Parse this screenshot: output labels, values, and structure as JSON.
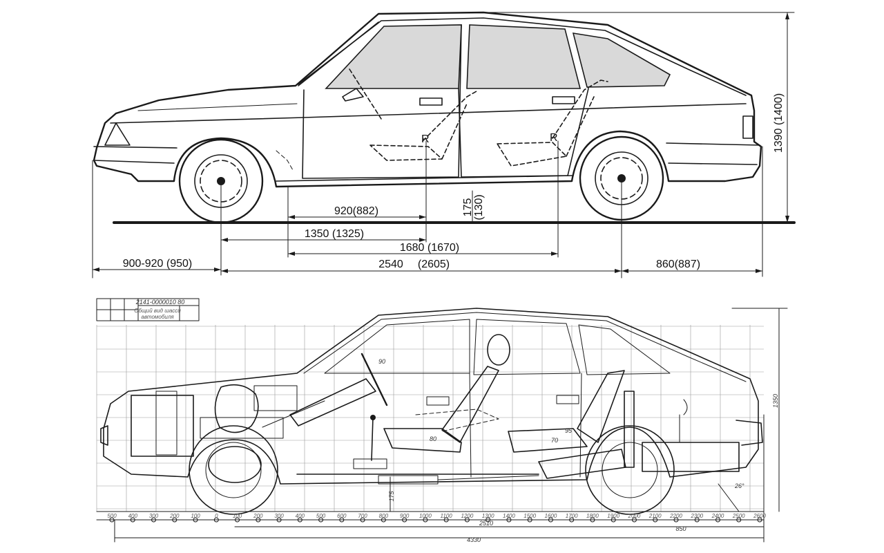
{
  "top_view": {
    "dims": {
      "front_overhang": "900-920 (950)",
      "wheelbase": "2540",
      "wheelbase_alt": "(2605)",
      "rear_overhang": "860(887)",
      "seat_920": "920(882)",
      "seat_1350": "1350 (1325)",
      "seat_1680": "1680 (1670)",
      "ground_clearance": "175",
      "ground_clearance_alt": "(130)",
      "height": "1390 (1400)",
      "seat_ref_front": "R",
      "seat_ref_rear": "R"
    }
  },
  "bottom_view": {
    "title_block": {
      "drawing_number": "2141-0000010 80",
      "title_line1": "Общий вид шасси",
      "title_line2": "автомобиля"
    },
    "dims": {
      "length": "4330",
      "wheelbase": "2510",
      "rear": "850",
      "height": "1350",
      "clearance": "175",
      "angle": "26°",
      "seat_80_front": "80",
      "seat_70": "70",
      "seat_95": "95",
      "steer_small": "90"
    },
    "scale_ticks": [
      "500",
      "400",
      "300",
      "200",
      "100",
      "0",
      "100",
      "200",
      "300",
      "400",
      "500",
      "600",
      "700",
      "800",
      "900",
      "1000",
      "1100",
      "1200",
      "1300",
      "1400",
      "1500",
      "1600",
      "1700",
      "1800",
      "1900",
      "2000",
      "2100",
      "2200",
      "2300",
      "2400",
      "2500",
      "2600"
    ]
  }
}
